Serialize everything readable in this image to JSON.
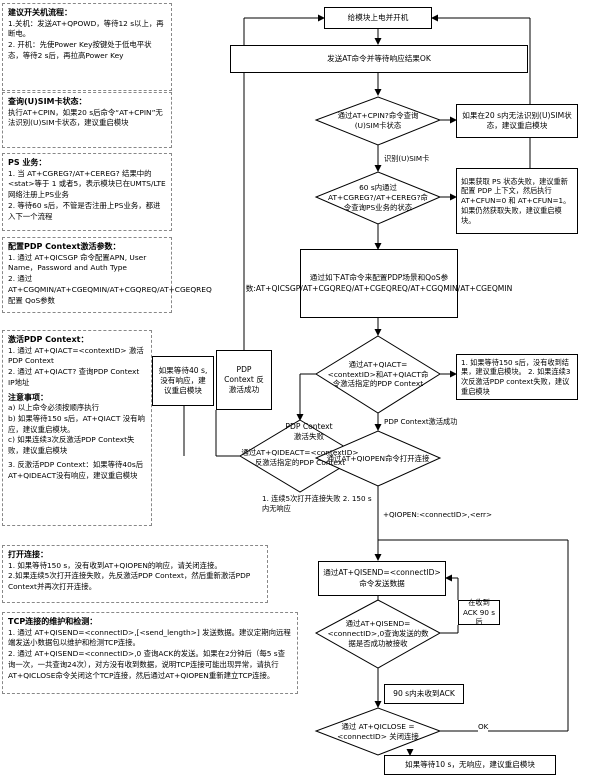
{
  "notes": {
    "poweronoff": {
      "title": "建议开关机流程：",
      "line1": "1.关机：发送AT+QPOWD，等待12 s以上，再断电。",
      "line2": "2. 开机：先使Power Key按键处于低电平状态，等待2 s后，再拉高Power Key"
    },
    "sim": {
      "title": "查询(U)SIM卡状态：",
      "line1": "执行AT+CPIN，如果20 s后命令“AT+CPIN”无法识别(U)SIM卡状态，建议重启模块"
    },
    "ps": {
      "title": "PS 业务：",
      "line1": "1. 当 AT+CGREG?/AT+CEREG? 结果中的<stat>等于 1 或者5，表示模块已在UMTS/LTE网络注册上PS业务",
      "line2": "2. 等待60 s后，不管是否注册上PS业务，都进入下一个流程"
    },
    "pdp_config": {
      "title": "配置PDP Context激活参数：",
      "line1": "1. 通过 AT+QICSGP 命令配置APN, User Name，Password and Auth Type",
      "line2": "2. 通过 AT+CGQMIN/AT+CGEQMIN/AT+CGQREQ/AT+CGEQREQ 配置 QoS参数"
    },
    "pdp_activate": {
      "title": "激活PDP Context：",
      "line1": "1. 通过 AT+QIACT=<contextID> 激活PDP Context",
      "line2": "2. 通过 AT+QIACT? 查询PDP Context IP地址",
      "sub_title": "注意事项：",
      "a": "a) 以上命令必须按顺序执行",
      "b": "b) 如果等待150 s后，AT+QIACT 没有响应，建议重启模块。",
      "c": "c) 如果连续3次反激活PDP Context失败，建议重启模块",
      "line3": "3. 反激活PDP Context：如果等待40s后AT+QIDEACT没有响应，建议重启模块"
    },
    "open": {
      "title": "打开连接：",
      "line1": "1. 如果等待150 s，没有收到AT+QIOPEN的响应，请关闭连接。",
      "line2": "2.如果连续5次打开连接失败，先反激活PDP Context，然后重新激活PDP Context并再次打开连接。"
    },
    "tcp": {
      "title": "TCP连接的维护和检测：",
      "line1": "1. 通过 AT+QISEND=<connectID>,[<send_length>] 发送数据。建议定期向远程端发送小数据包以维护和检测TCP连接。",
      "line2": "2. 通过 AT+QISEND=<connectID>,0 查询ACK的发送。如果在2分钟后（每5 s查询一次，一共查询24次），对方没有收到数据，说明TCP连接可能出现异常，请执行AT+QICLOSE命令关闭这个TCP连接，然后通过AT+QIOPEN重新建立TCP连接。"
    }
  },
  "flow": {
    "power_on": "给模块上电并开机",
    "send_at": "发送AT命令并等待响应结果OK",
    "d_cpin": "通过AT+CPIN?命令查询(U)SIM卡状态",
    "sim_fail": "如果在20 s内无法识别(U)SIM状态，建议重启模块",
    "sim_ok": "识别(U)SIM卡",
    "d_cgreg": "60 s内通过AT+CGREG?/AT+CEREG?命令查询PS业务的状态",
    "ps_fail": "如果获取 PS 状态失败，建议重新配置 PDP 上下文，然后执行 AT+CFUN=0 和 AT+CFUN=1。 如果仍然获取失败，建议重启模块。",
    "config": "通过如下AT命令来配置PDP场景和QoS参数:AT+QICSGP/AT+CGQREQ/AT+CGEQREQ/AT+CGQMIN/AT+CGEQMIN",
    "d_qiact": "通过AT+QIACT=<contextID>和AT+QIACT命令激活指定的PDP Context",
    "qiact_fail": "1. 如果等待150 s后，没有收到结果，建议重启模块。 2. 如果连续3次反激活PDP context失败，建议重启模块",
    "reboot_left": "如果等待40 s,没有响应，建议重启模块",
    "deact_ok": "PDP Context 反激活成功",
    "deact_fail": "PDP Context激活失败",
    "act_ok": "PDP Context激活成功",
    "d_deact": "通过AT+QIDEACT=<contextID>反激活指定的PDP Context",
    "d_open": "通过AT+QIOPEN命令打开连接",
    "open_fail": "1. 连续5次打开连接失败 2. 150 s内无响应",
    "open_ok": "+QIOPEN:<connectID>,<err>",
    "send": "通过AT+QISEND=<connectID>命令发送数据",
    "ack90": "在收到ACK 90 s后",
    "d_query": "通过AT+QISEND=<connectID>,0查询发送的数据是否成功被接收",
    "no_ack": "90 s内未收到ACK",
    "d_close": "通过 AT+QICLOSE =<connectID> 关闭连接",
    "ok": "OK",
    "close_fail": "如果等待10 s，无响应，建议重启模块"
  }
}
